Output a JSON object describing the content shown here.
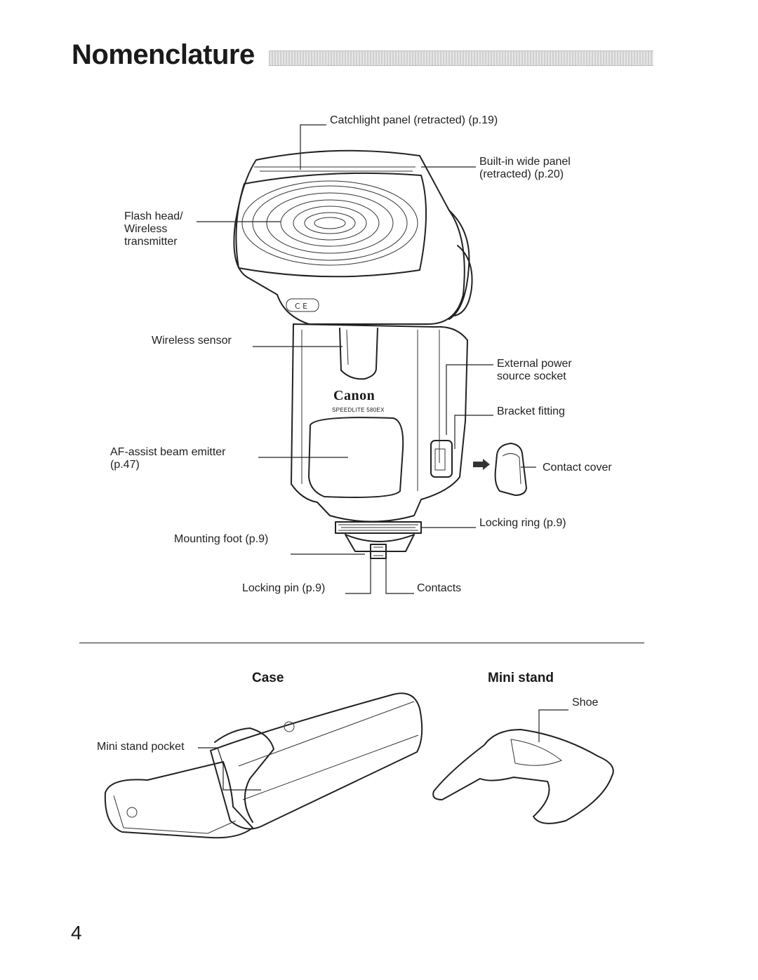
{
  "page": {
    "title": "Nomenclature",
    "page_number": "4"
  },
  "flash": {
    "brand": "Canon",
    "model": "SPEEDLITE 580EX",
    "labels": {
      "catchlight": "Catchlight panel (retracted) (p.19)",
      "wide_panel": "Built-in wide panel\n(retracted) (p.20)",
      "flash_head": "Flash head/\nWireless\ntransmitter",
      "wireless_sensor": "Wireless sensor",
      "external_power": "External power\nsource socket",
      "bracket_fitting": "Bracket fitting",
      "af_assist": "AF-assist beam emitter\n(p.47)",
      "contact_cover": "Contact cover",
      "locking_ring": "Locking ring (p.9)",
      "mounting_foot": "Mounting foot (p.9)",
      "locking_pin": "Locking pin (p.9)",
      "contacts": "Contacts"
    }
  },
  "case": {
    "heading": "Case",
    "pocket_label": "Mini stand pocket"
  },
  "mini_stand": {
    "heading": "Mini stand",
    "shoe_label": "Shoe"
  }
}
